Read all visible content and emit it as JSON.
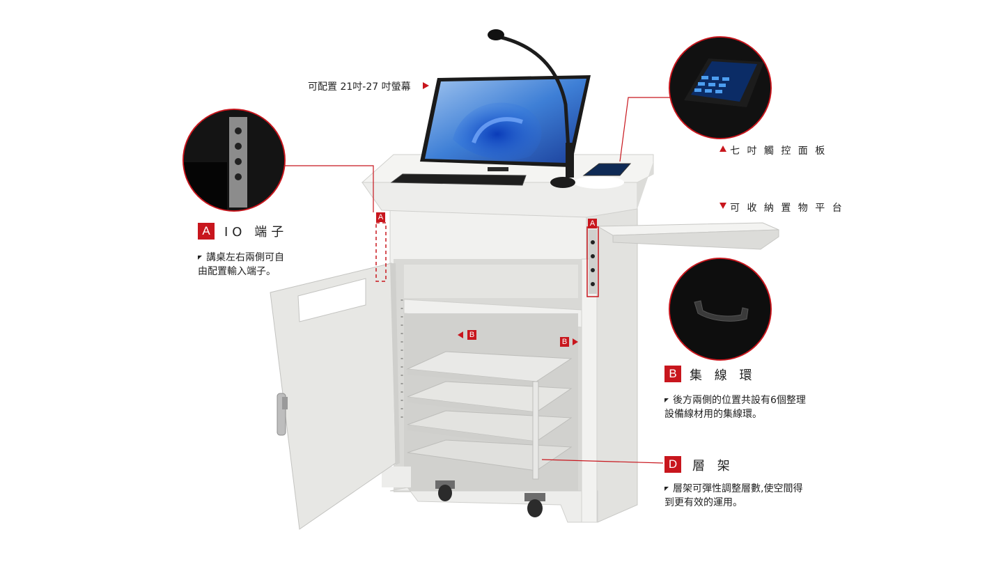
{
  "monitor_label": "可配置 21吋-27 吋螢幕",
  "touch_panel_label": "七 吋 觸 控 面 板",
  "platform_label": "可 收 納 置 物 平 台",
  "features": [
    {
      "badge": "A",
      "title": "IO 端子",
      "desc_lines": [
        "講桌左右兩側可自",
        "由配置輸入端子。"
      ]
    },
    {
      "badge": "B",
      "title": "集 線 環",
      "desc_lines": [
        "後方兩側的位置共設有6個整理",
        "設備線材用的集線環。"
      ]
    },
    {
      "badge": "D",
      "title": "層 架",
      "desc_lines": [
        "層架可彈性調整層數,使空間得",
        "到更有效的運用。"
      ]
    }
  ],
  "tags": {
    "a": "A",
    "b": "B"
  },
  "colors": {
    "accent": "#c8161d",
    "podium": "#ececea",
    "dark": "#0d0d0d"
  }
}
